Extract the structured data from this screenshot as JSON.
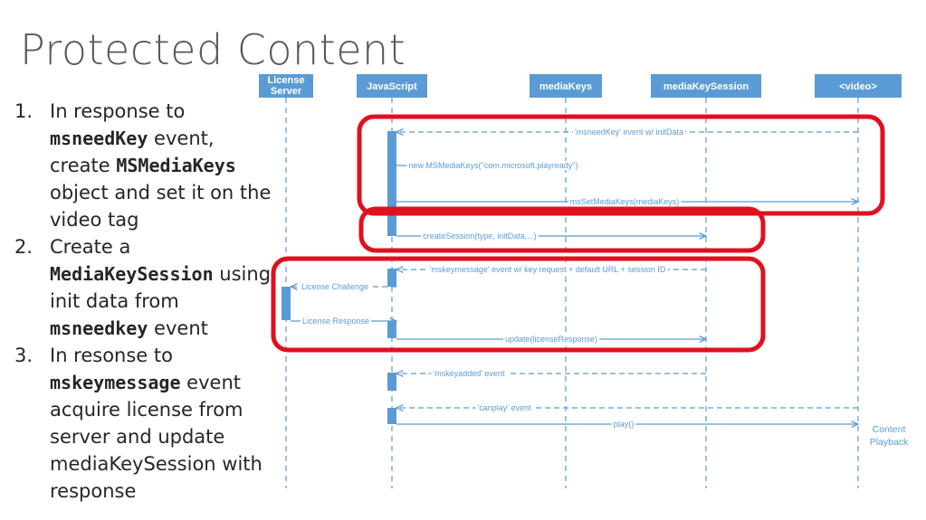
{
  "title": "Protected Content",
  "steps": [
    {
      "number": "1.",
      "parts": [
        {
          "t": "In response to "
        },
        {
          "t": "msneedKey",
          "code": true
        },
        {
          "t": " event, create "
        },
        {
          "t": "MSMediaKeys",
          "code": true
        },
        {
          "t": " object and set it on the video tag"
        }
      ]
    },
    {
      "number": "2.",
      "parts": [
        {
          "t": "Create a "
        },
        {
          "t": "MediaKeySession",
          "code": true
        },
        {
          "t": " using init data from "
        },
        {
          "t": "msneedkey",
          "code": true
        },
        {
          "t": "  event"
        }
      ]
    },
    {
      "number": "3.",
      "parts": [
        {
          "t": "In resonse to "
        },
        {
          "t": "mskeymessage",
          "code": true
        },
        {
          "t": " event acquire license from server and update mediaKeySession with response"
        }
      ]
    }
  ],
  "colors": {
    "lane_box": "#5b9bd5",
    "line": "#5b9bd5",
    "highlight": "#e0101e",
    "activation": "#5b9bd5"
  },
  "lanes": [
    {
      "id": "license",
      "label_lines": [
        "License",
        "Server"
      ]
    },
    {
      "id": "js",
      "label_lines": [
        "JavaScript"
      ]
    },
    {
      "id": "mediakeys",
      "label_lines": [
        "mediaKeys"
      ]
    },
    {
      "id": "session",
      "label_lines": [
        "mediaKeySession"
      ]
    },
    {
      "id": "video",
      "label_lines": [
        "<video>"
      ]
    }
  ],
  "messages": [
    {
      "from": "video",
      "to": "js",
      "label": "'msneedKey' event w/ initData",
      "style": "dashed"
    },
    {
      "from": "js",
      "to": "mediakeys",
      "label": "new MSMediaKeys(\"com.microsoft.playready\")",
      "style": "solid"
    },
    {
      "from": "js",
      "to": "video",
      "label": "msSetMediaKeys(mediaKeys)",
      "style": "solid"
    },
    {
      "from": "js",
      "to": "session",
      "label": "createSession(type, initData,...)",
      "style": "solid"
    },
    {
      "from": "session",
      "to": "js",
      "label": "'mskeymessage' event w/ key request + default URL + session ID",
      "style": "dashed"
    },
    {
      "from": "js",
      "to": "license",
      "label": "License Challenge",
      "style": "dashed"
    },
    {
      "from": "license",
      "to": "js",
      "label": "License Response",
      "style": "solid"
    },
    {
      "from": "js",
      "to": "session",
      "label": "update(licenseResponse)",
      "style": "solid"
    },
    {
      "from": "session",
      "to": "js",
      "label": "'mskeyadded' event",
      "style": "dashed"
    },
    {
      "from": "video",
      "to": "js",
      "label": "'canplay' event",
      "style": "dashed"
    },
    {
      "from": "js",
      "to": "video",
      "label": "play()",
      "style": "solid"
    }
  ],
  "end_note": {
    "lines": [
      "Content",
      "Playback"
    ]
  }
}
